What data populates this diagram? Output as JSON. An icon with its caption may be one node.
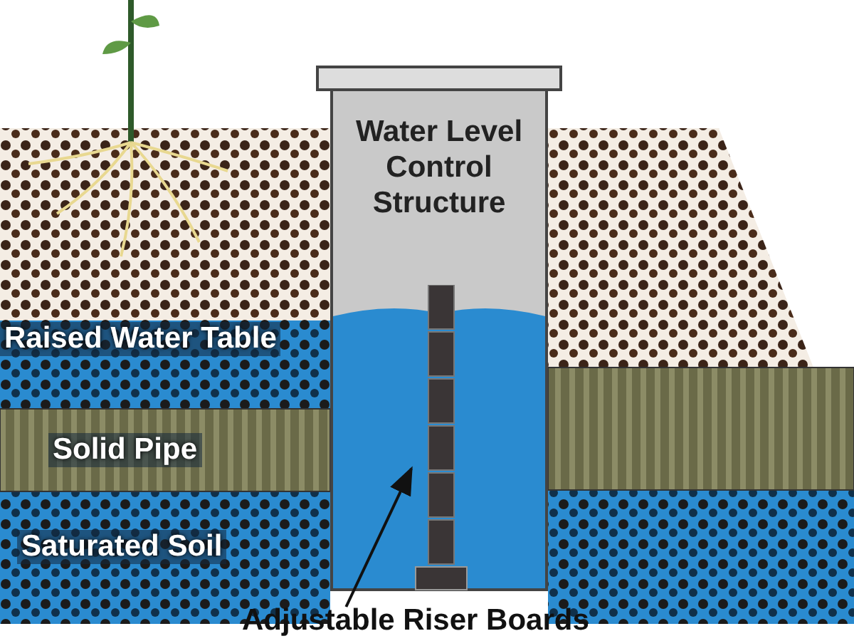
{
  "diagram": {
    "nodes": [
      {
        "text": [
          "Water Level Control Structure"
        ]
      },
      {
        "text": [],
        "shape": "picture",
        "in": 0
      },
      {
        "text": [
          "Adjustable Riser Boards"
        ]
      }
    ],
    "edges": [
      {
        "from": 2,
        "to": 1,
        "arrow": "to"
      }
    ],
    "labels": [
      "Raised Water Table",
      "Solid Pipe",
      "Saturated Soil"
    ]
  }
}
